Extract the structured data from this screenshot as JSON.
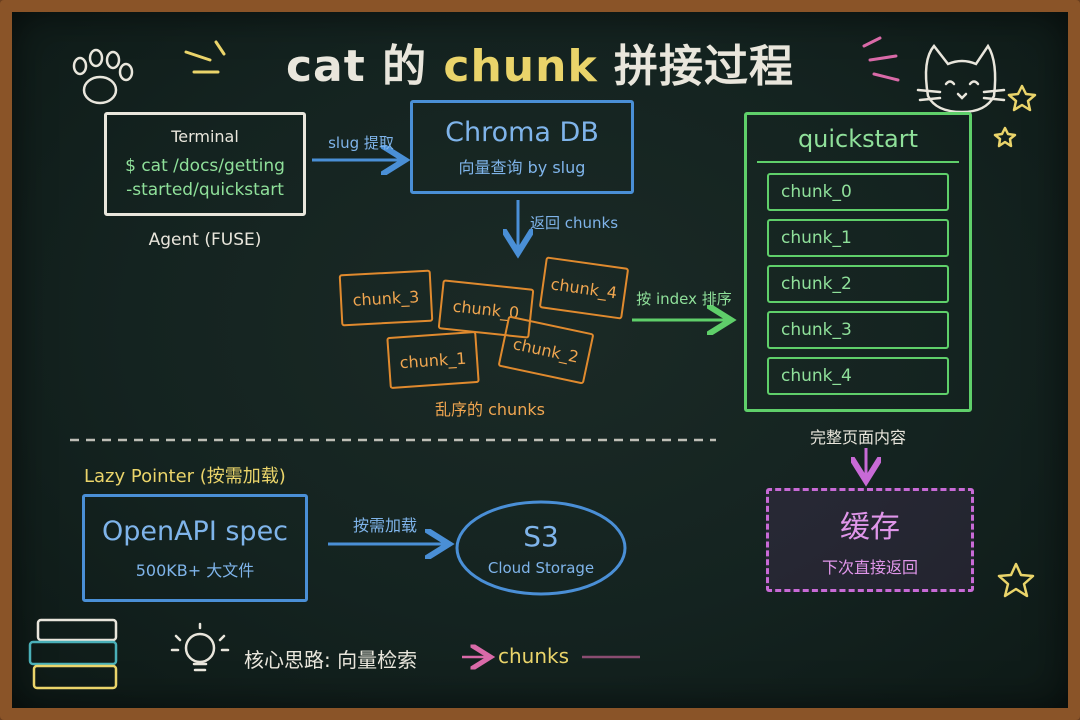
{
  "title": {
    "part1": "cat 的 ",
    "part2": "chunk",
    "part3": " 拼接过程"
  },
  "terminal": {
    "header": "Terminal",
    "cmd_line1": "$ cat /docs/getting",
    "cmd_line2": "-started/quickstart",
    "caption": "Agent (FUSE)"
  },
  "slug_arrow_label": "slug 提取",
  "chroma": {
    "title": "Chroma DB",
    "subtitle": "向量查询 by slug"
  },
  "return_label": "返回 chunks",
  "shuffled": {
    "chunks": [
      "chunk_3",
      "chunk_0",
      "chunk_4",
      "chunk_1",
      "chunk_2"
    ],
    "caption": "乱序的 chunks"
  },
  "sort_label": "按 index 排序",
  "assembled": {
    "title": "quickstart",
    "rows": [
      "chunk_0",
      "chunk_1",
      "chunk_2",
      "chunk_3",
      "chunk_4"
    ],
    "caption": "完整页面内容"
  },
  "cache": {
    "title": "缓存",
    "subtitle": "下次直接返回"
  },
  "lazy": {
    "heading": "Lazy Pointer (按需加载)",
    "spec_title": "OpenAPI spec",
    "spec_sub": "500KB+ 大文件",
    "arrow_label": "按需加载",
    "s3_title": "S3",
    "s3_sub": "Cloud Storage"
  },
  "core": {
    "prefix": "核心思路: 向量检索",
    "chunks": "chunks"
  },
  "colors": {
    "white": "#e9e6dc",
    "blue": "#4a8fd6",
    "green": "#5fcf6a",
    "orange": "#e08a2e",
    "purple": "#c86ad6",
    "yellow": "#ead46a",
    "pink": "#d96aa8"
  }
}
